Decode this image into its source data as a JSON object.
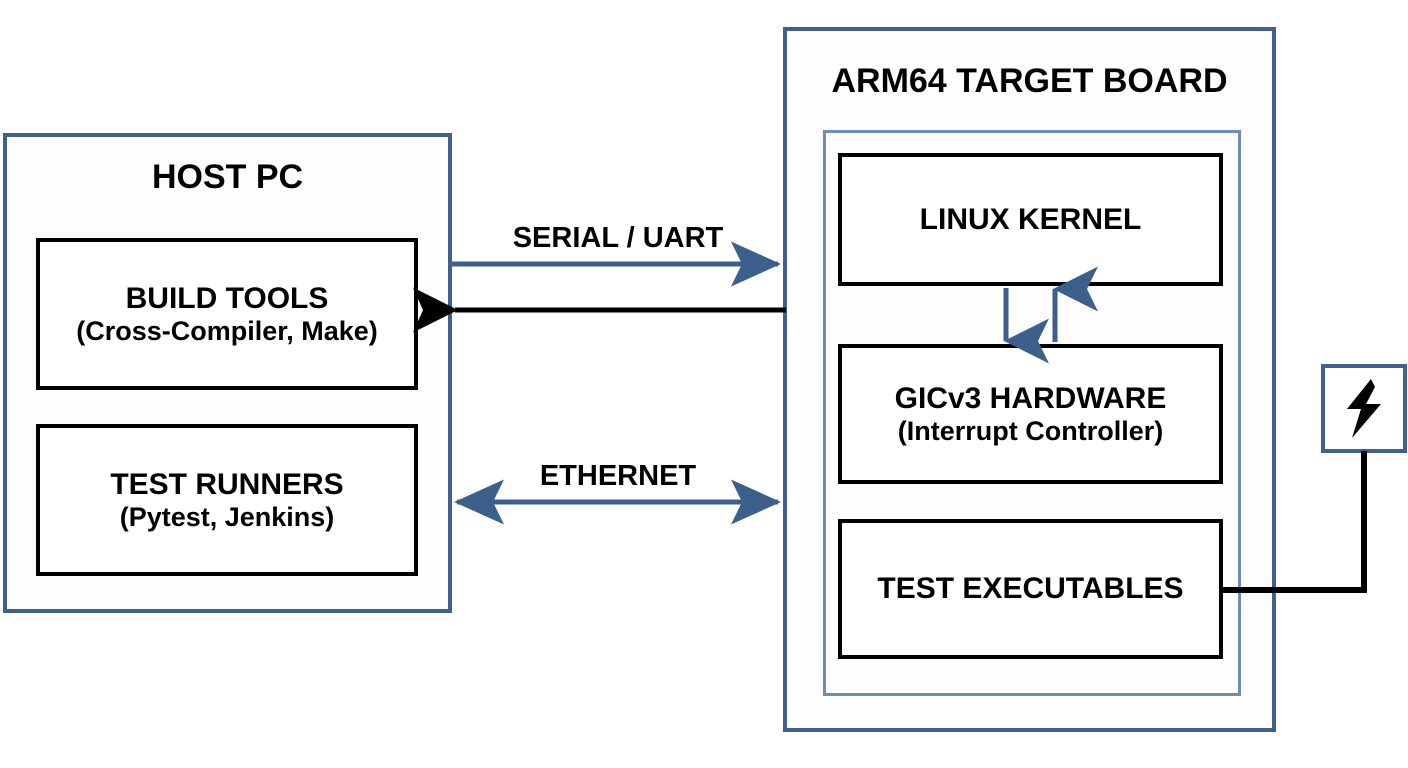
{
  "diagram": {
    "title": "ARM64 embedded test setup block diagram",
    "background_color": "#ffffff",
    "accent_blue": "#40618f",
    "inner_blue": "#6e8cb8",
    "black": "#000000"
  },
  "host": {
    "title": "HOST PC",
    "boxes": [
      {
        "main": "BUILD TOOLS",
        "sub": "(Cross-Compiler, Make)"
      },
      {
        "main": "TEST RUNNERS",
        "sub": "(Pytest, Jenkins)"
      }
    ]
  },
  "target": {
    "title": "ARM64 TARGET BOARD",
    "boxes": [
      {
        "main": "LINUX KERNEL",
        "sub": ""
      },
      {
        "main": "GICv3 HARDWARE",
        "sub": "(Interrupt Controller)"
      },
      {
        "main": "TEST EXECUTABLES",
        "sub": ""
      }
    ]
  },
  "connections": [
    {
      "label": "SERIAL / UART",
      "direction": "bidirectional",
      "style": "two-lines"
    },
    {
      "label": "ETHERNET",
      "direction": "bidirectional",
      "style": "double-headed"
    }
  ],
  "internal_links": [
    {
      "from": "LINUX KERNEL",
      "to": "GICv3 HARDWARE",
      "direction": "down"
    },
    {
      "from": "GICv3 HARDWARE",
      "to": "LINUX KERNEL",
      "direction": "up"
    }
  ],
  "power": {
    "icon": "lightning-bolt-icon",
    "linked_to": "TEST EXECUTABLES"
  }
}
